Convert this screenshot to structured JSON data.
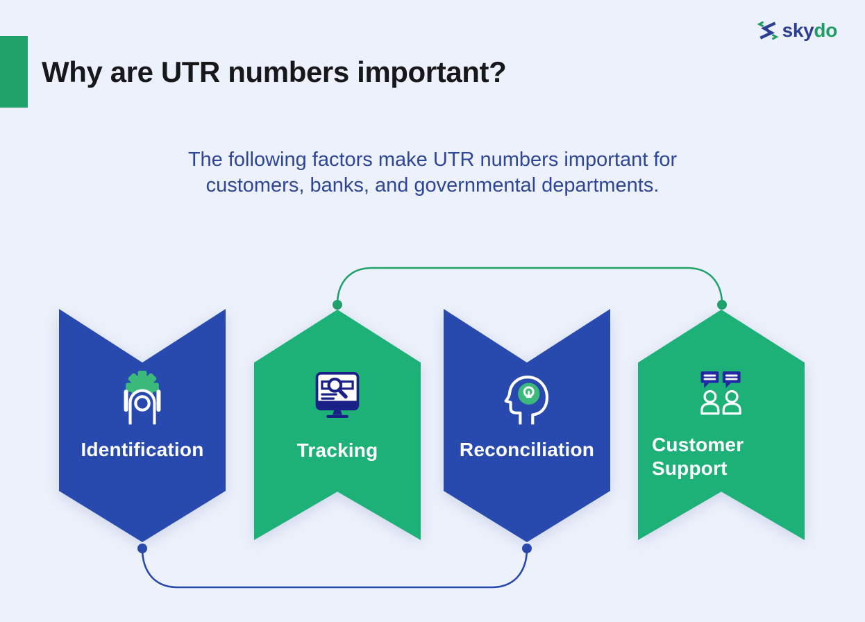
{
  "header": {
    "title": "Why are UTR numbers important?",
    "subtitle_line1": "The following factors make UTR numbers important for",
    "subtitle_line2": "customers, banks, and governmental departments.",
    "logo": {
      "primary": "sky",
      "secondary": "do",
      "icon": "skydo-s-icon"
    }
  },
  "banners": [
    {
      "label": "Identification",
      "color": "blue",
      "direction": "down",
      "icon": "person-holding-gear-icon"
    },
    {
      "label": "Tracking",
      "color": "green",
      "direction": "up",
      "icon": "monitor-search-icon"
    },
    {
      "label": "Reconciliation",
      "color": "blue",
      "direction": "down",
      "icon": "head-lightbulb-icon"
    },
    {
      "label": "Customer Support",
      "color": "green",
      "direction": "up",
      "icon": "people-chat-icon"
    }
  ],
  "connectors": [
    {
      "edge": "top",
      "from": "Tracking",
      "to": "Customer Support",
      "color": "#21a26b"
    },
    {
      "edge": "bottom",
      "from": "Identification",
      "to": "Reconciliation",
      "color": "#2849ad"
    }
  ],
  "colors": {
    "background": "#edf1fb",
    "banner_blue": "#2849ad",
    "banner_green": "#1db077",
    "accent_bar_green": "#21a26b",
    "icon_green": "#3cba7c",
    "icon_navy": "#1a2088",
    "bubble_navy": "#2329a3",
    "title_text": "#17181c",
    "subtitle_text": "#2d4697",
    "logo_navy": "#2d3f92",
    "logo_green": "#1f9e63",
    "label_text": "#ffffff"
  }
}
